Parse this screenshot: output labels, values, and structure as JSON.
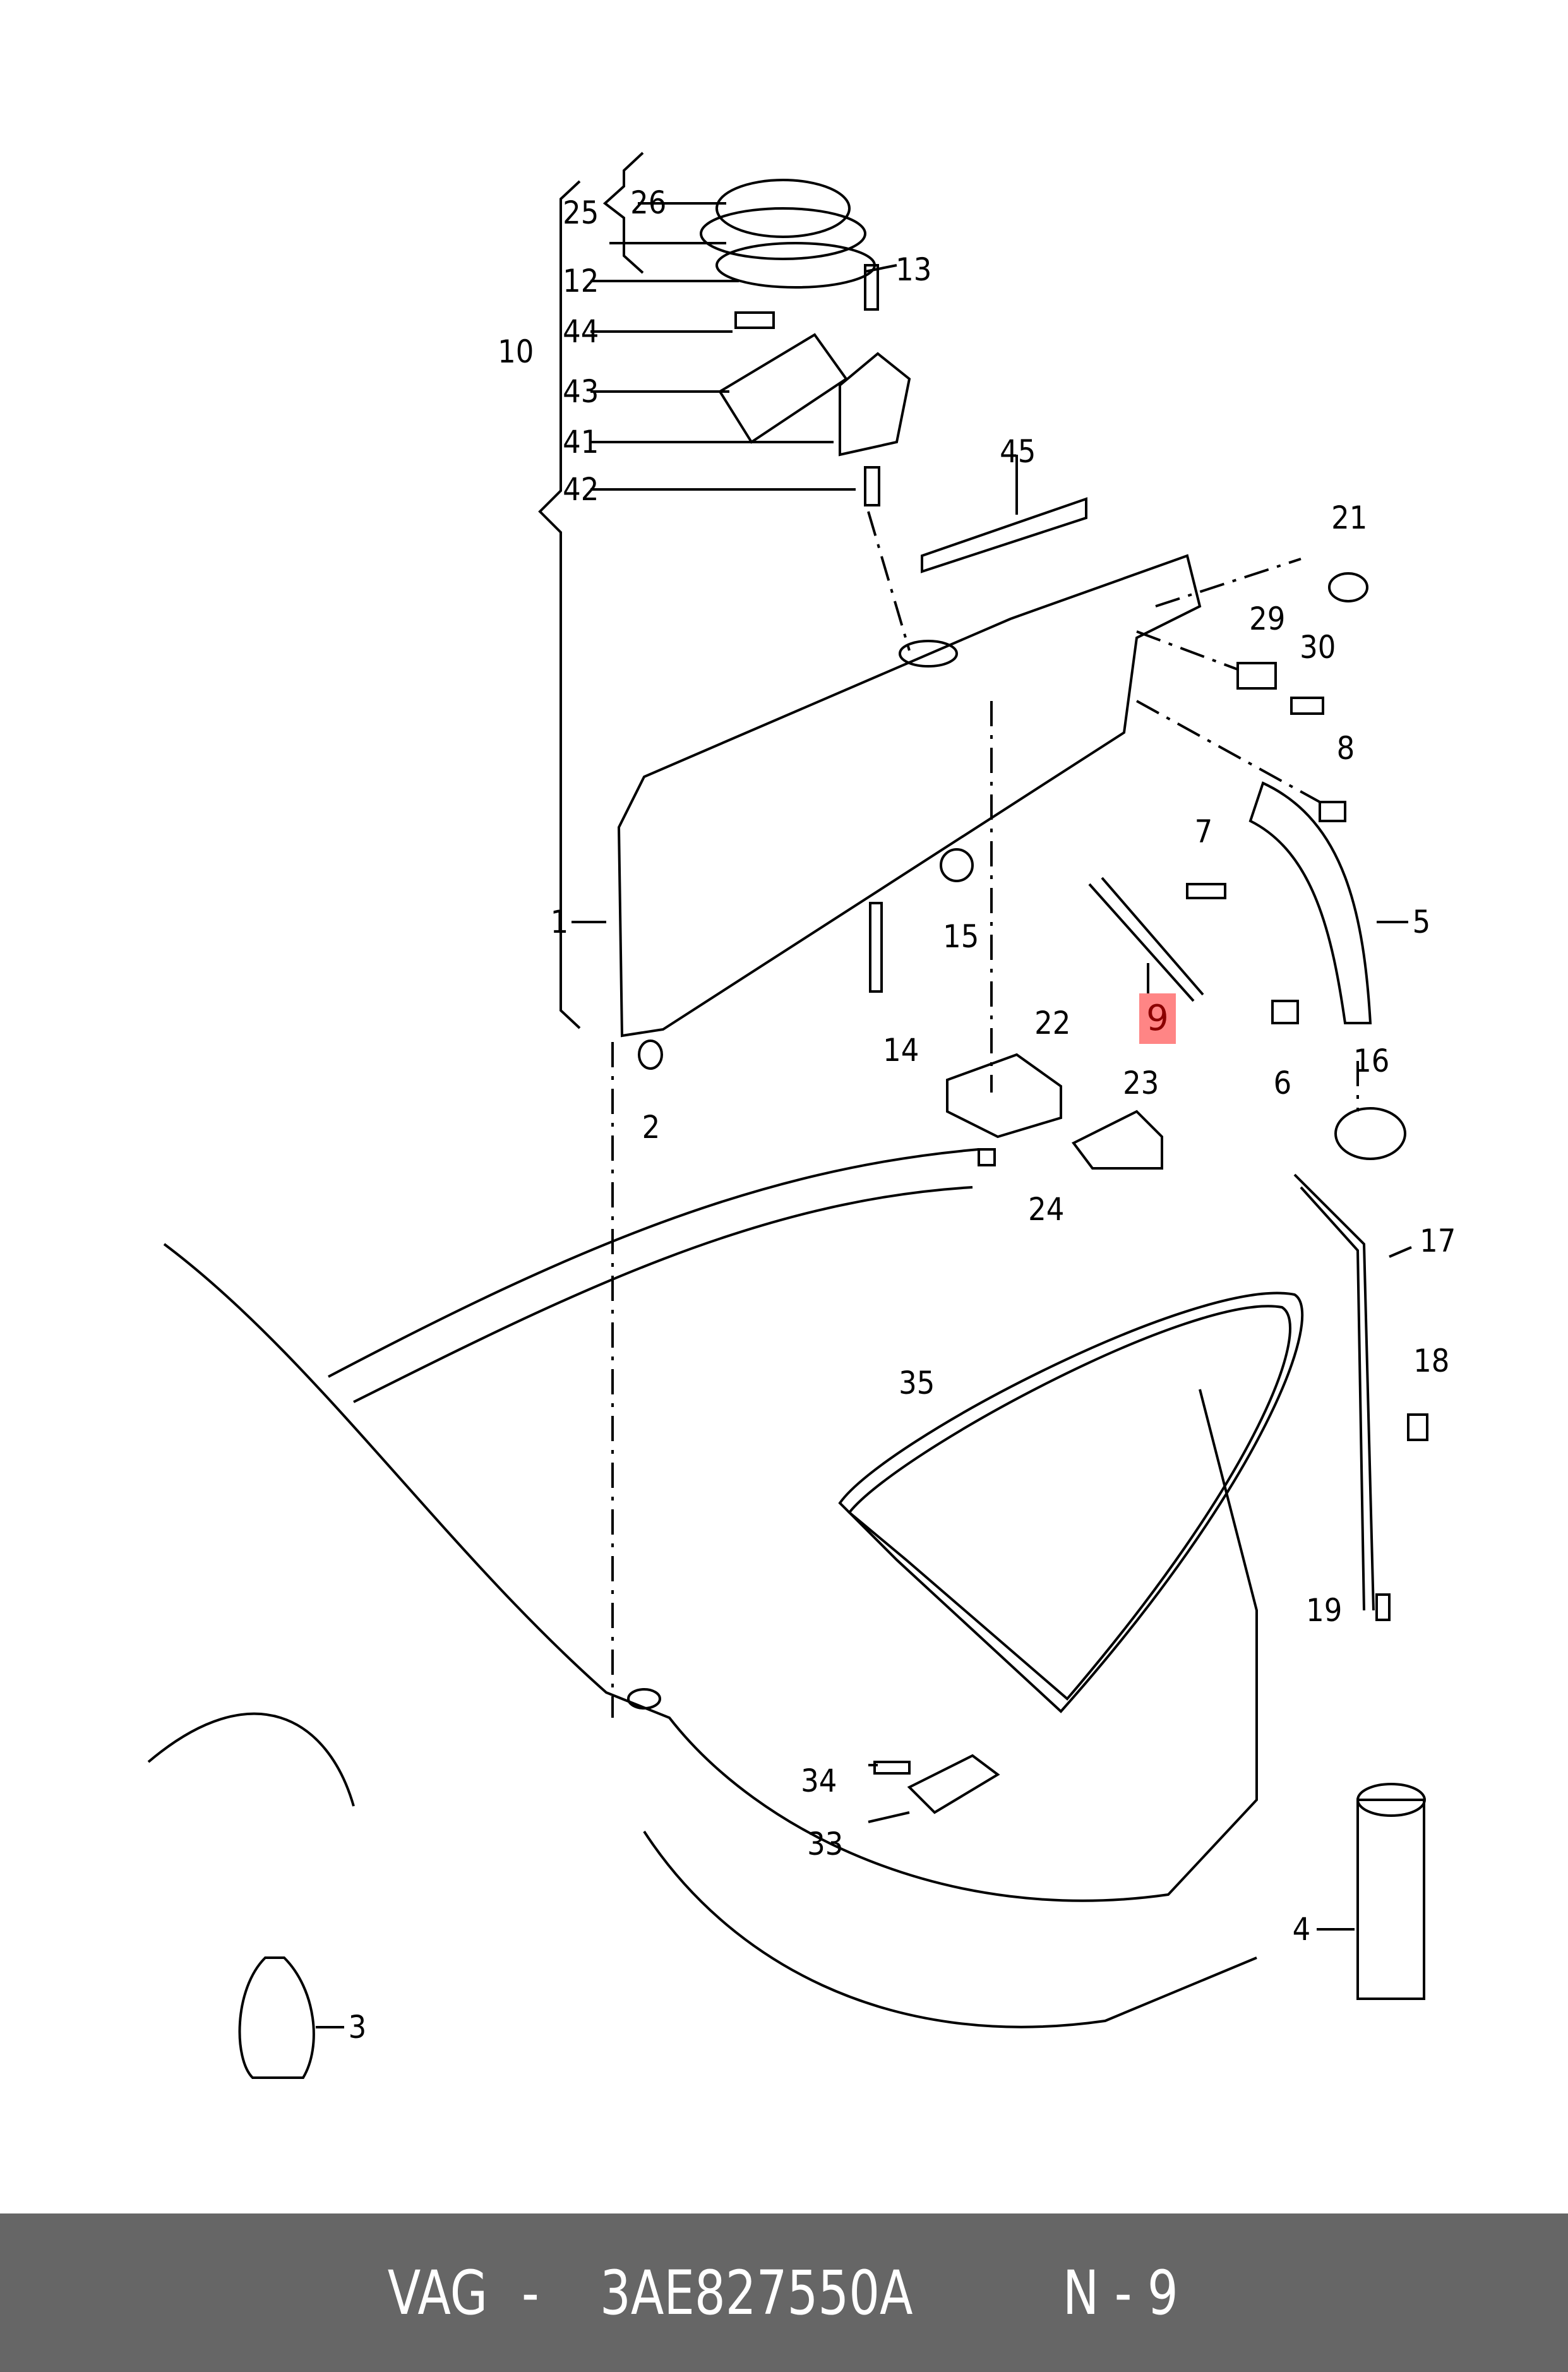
{
  "diagram": {
    "title": "Rear lid / boot lid parts diagram",
    "highlight_color": "#ff8585",
    "highlighted_part": "9",
    "callouts": [
      {
        "id": "c25",
        "label": "25"
      },
      {
        "id": "c26",
        "label": "26"
      },
      {
        "id": "c12",
        "label": "12"
      },
      {
        "id": "c13",
        "label": "13"
      },
      {
        "id": "c10",
        "label": "10"
      },
      {
        "id": "c44",
        "label": "44"
      },
      {
        "id": "c43",
        "label": "43"
      },
      {
        "id": "c41",
        "label": "41"
      },
      {
        "id": "c42",
        "label": "42"
      },
      {
        "id": "c45",
        "label": "45"
      },
      {
        "id": "c21",
        "label": "21"
      },
      {
        "id": "c29",
        "label": "29"
      },
      {
        "id": "c30",
        "label": "30"
      },
      {
        "id": "c8",
        "label": "8"
      },
      {
        "id": "c7",
        "label": "7"
      },
      {
        "id": "c5",
        "label": "5"
      },
      {
        "id": "c1",
        "label": "1"
      },
      {
        "id": "c15",
        "label": "15"
      },
      {
        "id": "c14",
        "label": "14"
      },
      {
        "id": "c22",
        "label": "22"
      },
      {
        "id": "c9",
        "label": "9"
      },
      {
        "id": "c6",
        "label": "6"
      },
      {
        "id": "c16",
        "label": "16"
      },
      {
        "id": "c2",
        "label": "2"
      },
      {
        "id": "c23",
        "label": "23"
      },
      {
        "id": "c24",
        "label": "24"
      },
      {
        "id": "c17",
        "label": "17"
      },
      {
        "id": "c18",
        "label": "18"
      },
      {
        "id": "c35",
        "label": "35"
      },
      {
        "id": "c19",
        "label": "19"
      },
      {
        "id": "c34",
        "label": "34"
      },
      {
        "id": "c33",
        "label": "33"
      },
      {
        "id": "c4",
        "label": "4"
      },
      {
        "id": "c3",
        "label": "3"
      }
    ]
  },
  "footer": {
    "brand": "VAG",
    "separator": " - ",
    "part_number": "3AE827550A",
    "position_label": "N - 9"
  }
}
